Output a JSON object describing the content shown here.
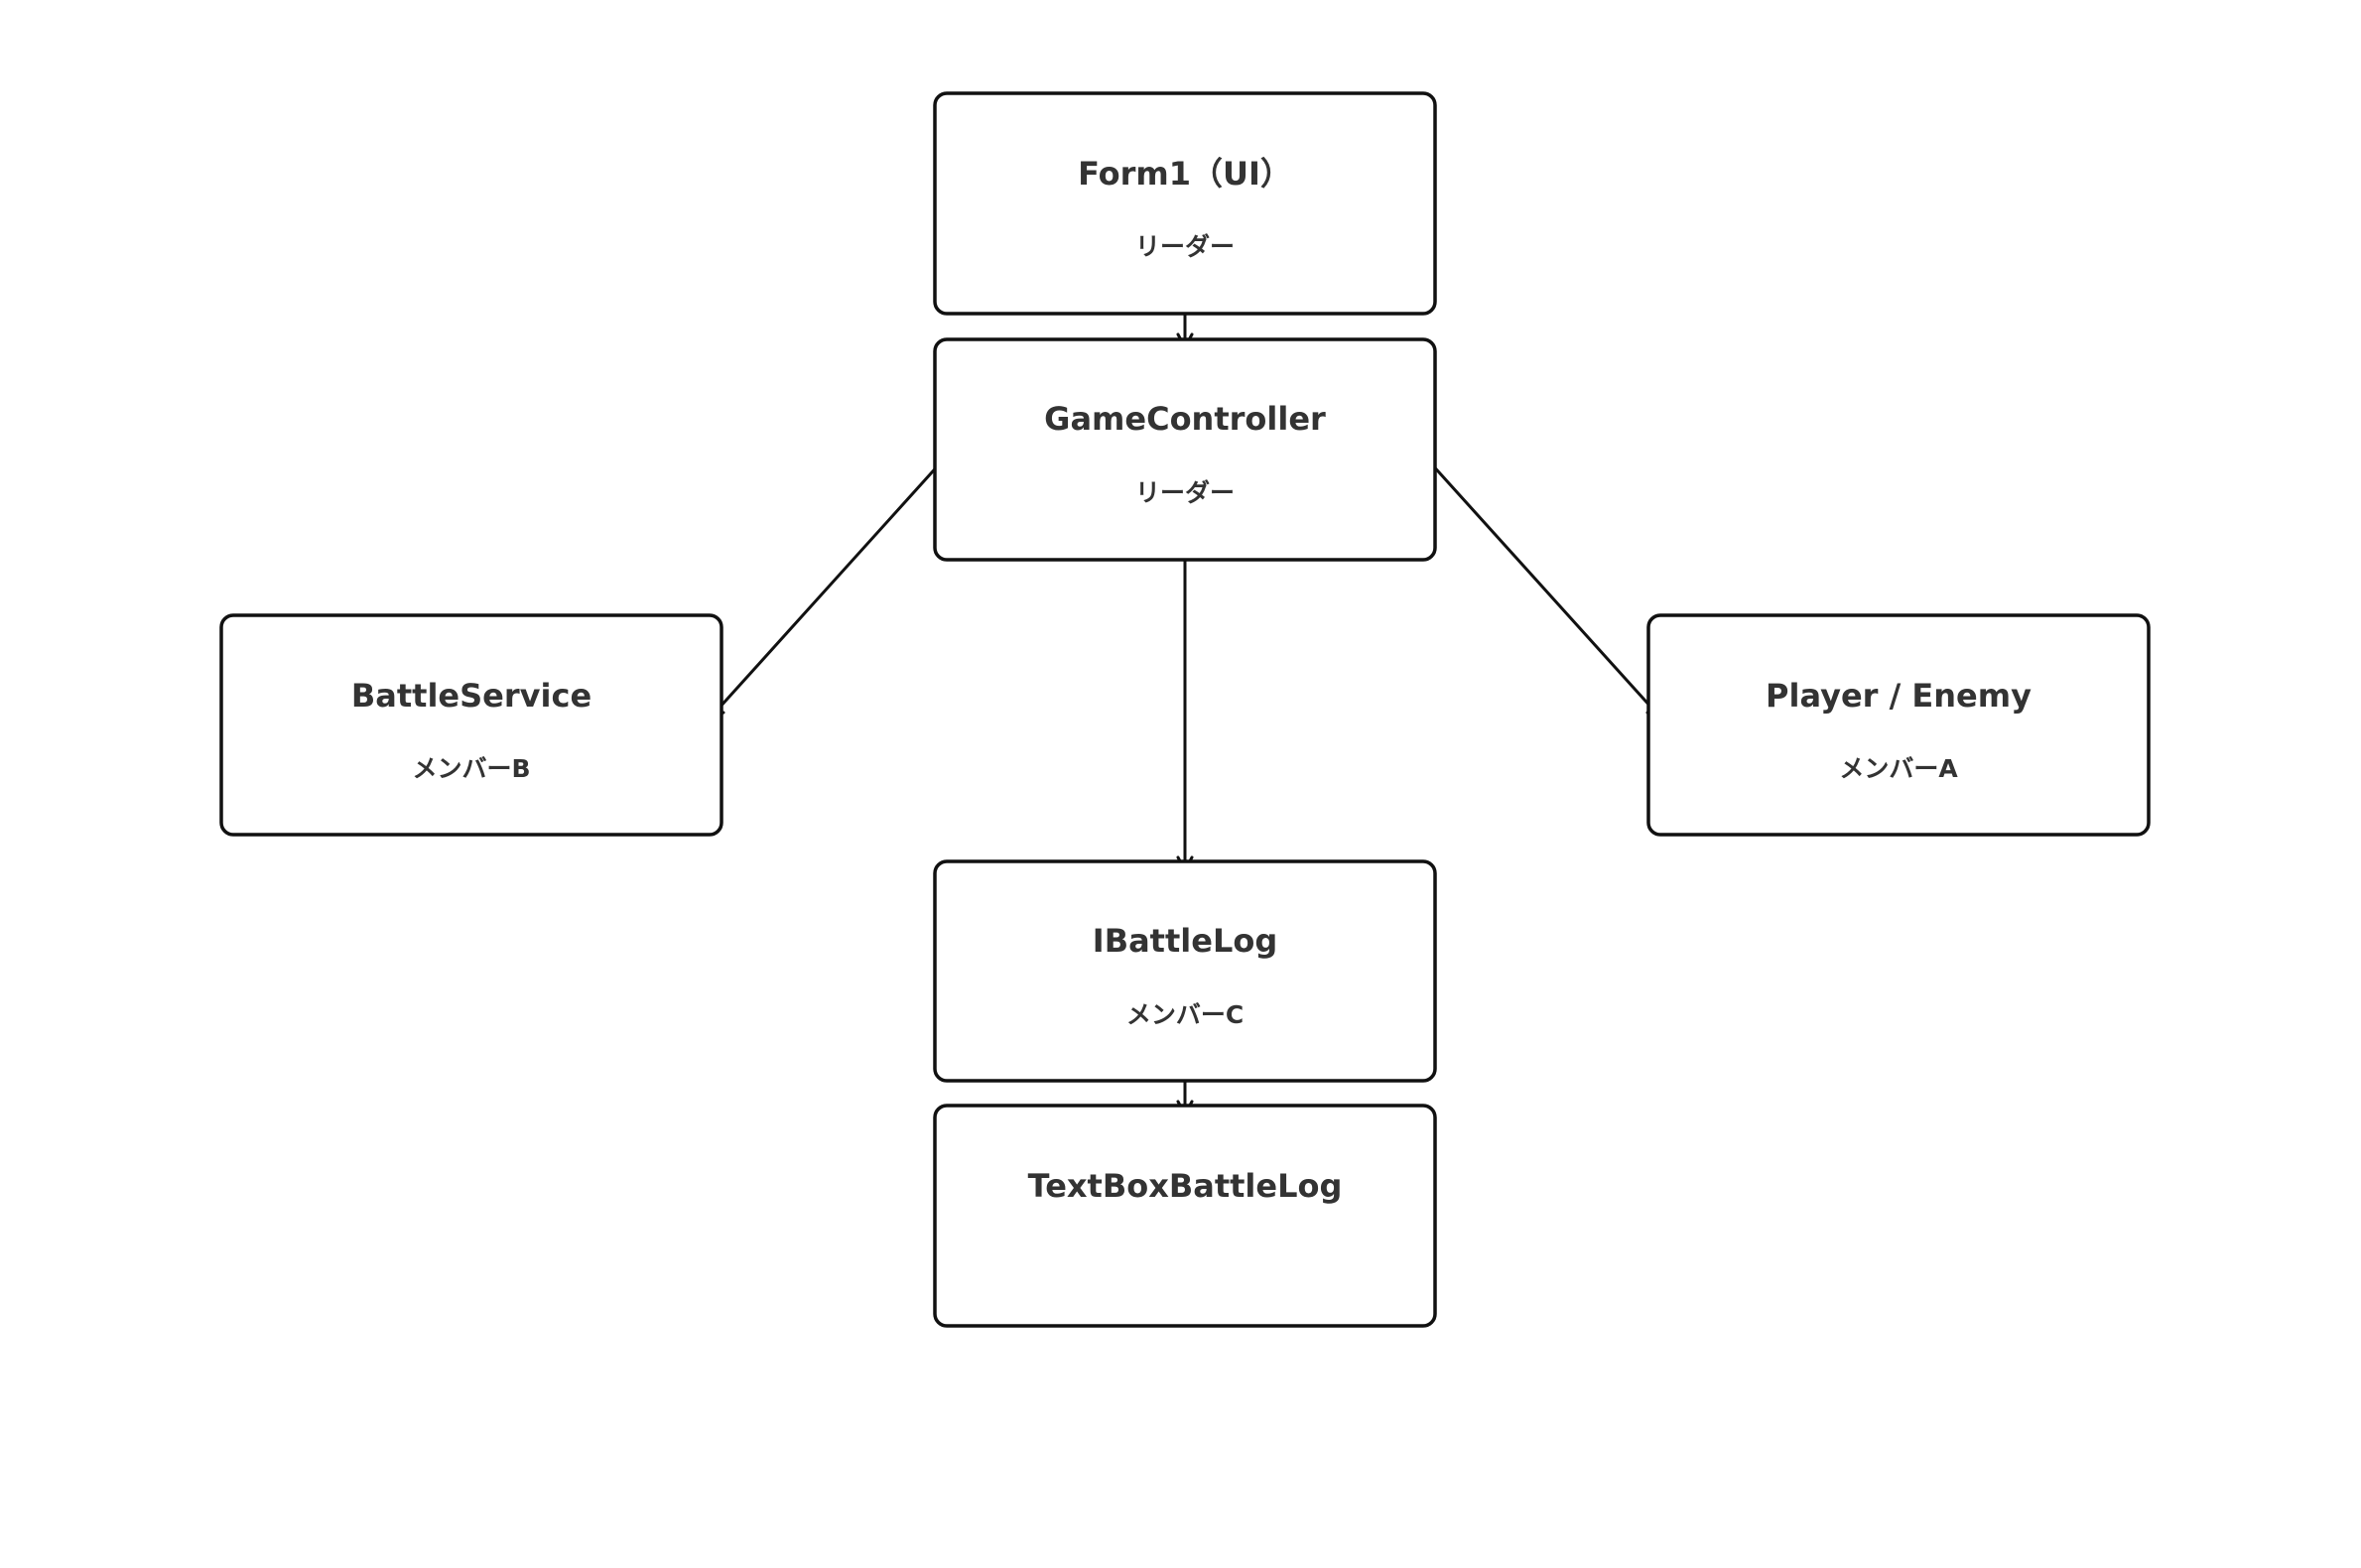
{
  "diagram": {
    "nodes": [
      {
        "id": "form1",
        "title": "Form1（UI）",
        "role": "リーダー"
      },
      {
        "id": "gamecontroller",
        "title": "GameController",
        "role": "リーダー"
      },
      {
        "id": "battleservice",
        "title": "BattleService",
        "role": "メンバーB"
      },
      {
        "id": "player-enemy",
        "title": "Player / Enemy",
        "role": "メンバーA"
      },
      {
        "id": "ibattlelog",
        "title": "IBattleLog",
        "role": "メンバーC"
      },
      {
        "id": "textboxbattlelog",
        "title": "TextBoxBattleLog",
        "role": ""
      }
    ],
    "edges": [
      {
        "from": "form1",
        "to": "gamecontroller"
      },
      {
        "from": "gamecontroller",
        "to": "battleservice"
      },
      {
        "from": "gamecontroller",
        "to": "player-enemy"
      },
      {
        "from": "gamecontroller",
        "to": "ibattlelog"
      },
      {
        "from": "ibattlelog",
        "to": "textboxbattlelog"
      }
    ]
  }
}
